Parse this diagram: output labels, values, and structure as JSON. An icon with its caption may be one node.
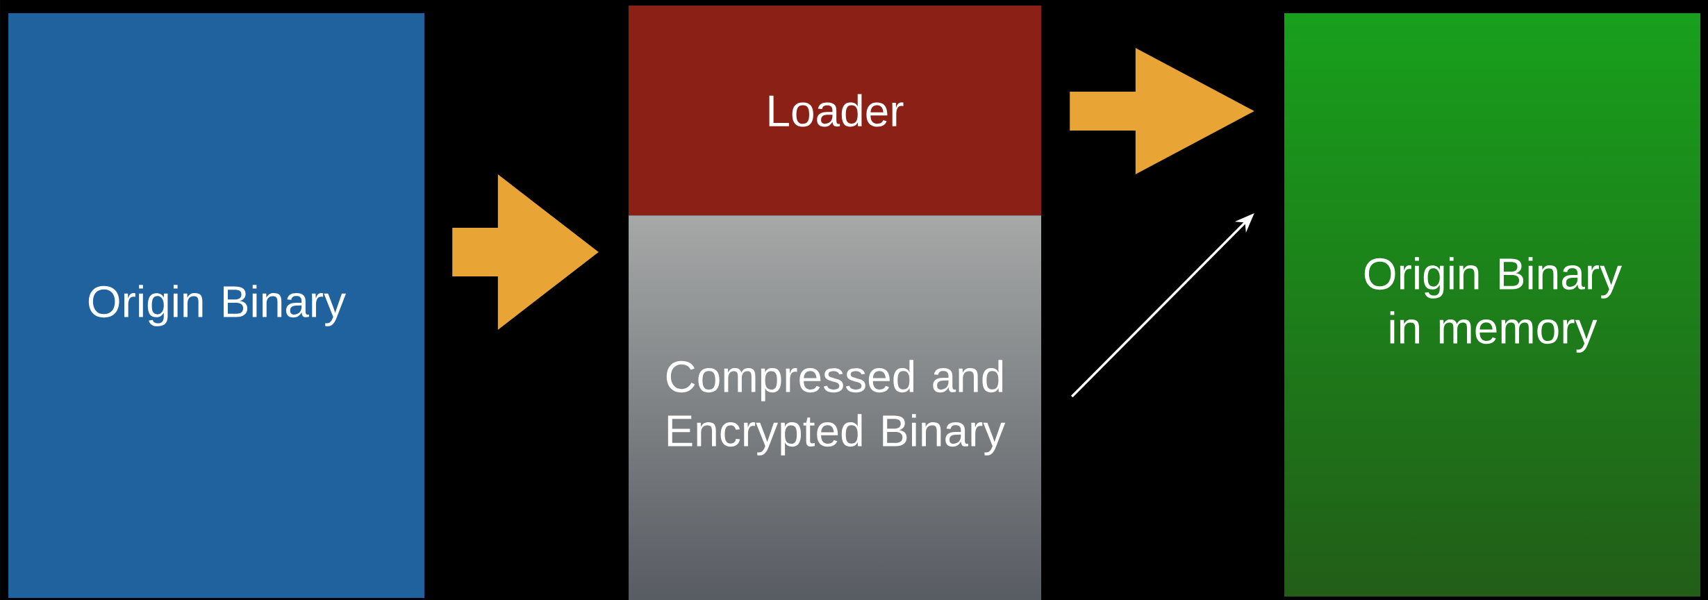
{
  "diagram": {
    "nodes": [
      {
        "text": [
          "Origin Binary"
        ]
      },
      {
        "text": [
          "Loader"
        ]
      },
      {
        "text": [
          "Compressed and Encrypted Binary"
        ]
      },
      {
        "text": [
          "Origin Binary in memory"
        ]
      }
    ],
    "edges": [
      {
        "from": 0,
        "to": 2,
        "arrow": "to",
        "style": "thick"
      },
      {
        "from": 1,
        "to": 3,
        "arrow": "to",
        "style": "thick"
      },
      {
        "from": 2,
        "to": 3,
        "arrow": "to",
        "color": "#ffffff"
      }
    ]
  }
}
